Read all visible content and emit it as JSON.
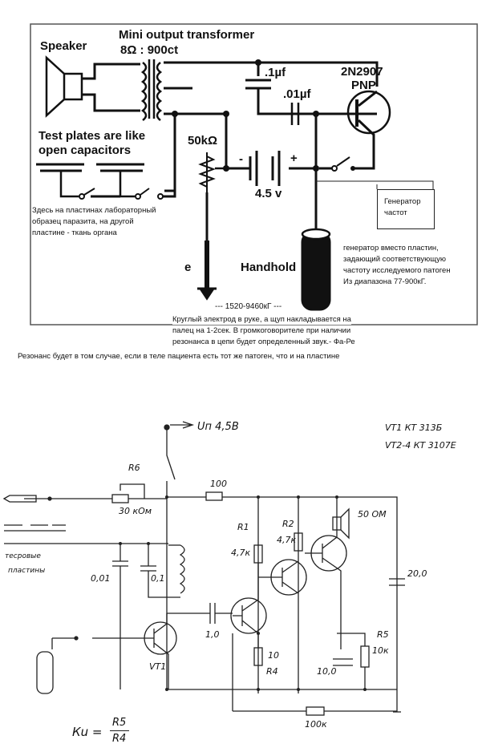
{
  "top_circuit": {
    "speaker": "Speaker",
    "transformer_title": "Mini output transformer",
    "transformer_ratio": "8Ω : 900ct",
    "cap1": ".1µf",
    "cap2": ".01µf",
    "transistor": "2N2907",
    "transistor_type": "PNP",
    "test_plates_line1": "Test plates are like",
    "test_plates_line2": "open capacitors",
    "pot": "50kΩ",
    "battery": "4.5 v",
    "minus": "-",
    "plus": "+",
    "handhold": "Handhold",
    "e_letter": "e",
    "freq_range": "--- 1520-9460кГ ---",
    "generator_box_line1": "Генератор",
    "generator_box_line2": "частот",
    "note_plates": [
      "Здесь на пластинах лабораторный",
      "образец паразита, на другой",
      "пластине - ткань органа"
    ],
    "note_generator": [
      "генератор вместо пластин,",
      "задающий соответствующую",
      "частоту исследуемого патоген",
      "Из диапазона 77-900кГ."
    ],
    "note_electrode": [
      "Круглый электрод в руке, а щуп накладывается на",
      "палец на 1-2сек. В громкоговорителе при наличии",
      "резонанса в цепи будет определенный звук.- Фа-Ре"
    ],
    "note_resonance": "Резонанс будет в том случае, если в теле пациента есть тот же патоген, что и на пластине"
  },
  "bottom_circuit": {
    "supply": "Uп  4,5В",
    "vt1_type": "VT1  КТ 313Б",
    "vt24_type": "VT2-4  КТ 3107Е",
    "r6": "R6",
    "r6_val": "30 кОм",
    "r100": "100",
    "test_plates": [
      "тесровые",
      "пластины"
    ],
    "c001": "0,01",
    "c01": "0,1",
    "c10": "1,0",
    "r1": "R1",
    "r1_val": "4,7к",
    "r2": "R2",
    "r2_val": "4,7к",
    "r4_val": "10",
    "r4": "R4",
    "spk": "50 ОМ",
    "c20": "20,0",
    "c100": "10,0",
    "r5": "R5",
    "r5_val": "10к",
    "r100k": "100к",
    "vt1": "VT1",
    "ku_lhs": "Кu =",
    "ku_num": "R5",
    "ku_den": "R4"
  }
}
